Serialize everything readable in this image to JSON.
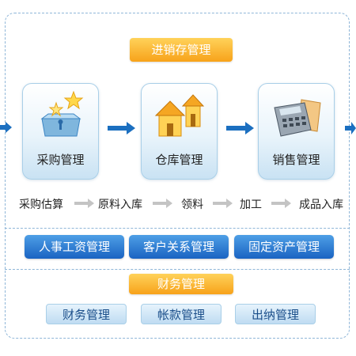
{
  "title": "进销存管理",
  "modules": [
    {
      "label": "采购管理",
      "icon": "box-star-icon"
    },
    {
      "label": "仓库管理",
      "icon": "houses-icon"
    },
    {
      "label": "销售管理",
      "icon": "calculator-icon"
    }
  ],
  "process_steps": [
    "采购估算",
    "原料入库",
    "领料",
    "加工",
    "成品入库"
  ],
  "hr_modules": [
    "人事工资管理",
    "客户关系管理",
    "固定资产管理"
  ],
  "finance": {
    "title": "财务管理",
    "items": [
      "财务管理",
      "帐款管理",
      "出纳管理"
    ]
  },
  "colors": {
    "orange": "#f7a21a",
    "blue": "#1a63c2",
    "light_blue": "#c9e2f3",
    "flow_arrow": "#1b6fc0",
    "step_arrow": "#c4c4c4",
    "dashed_border": "#8fb6d8"
  }
}
